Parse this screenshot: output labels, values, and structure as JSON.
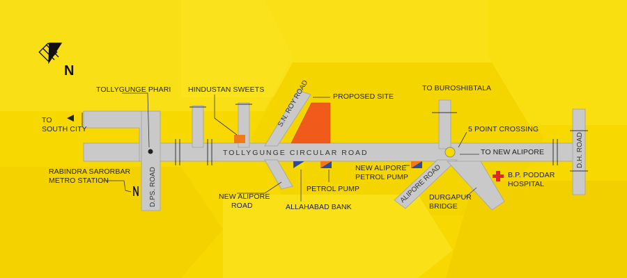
{
  "compass": {
    "letter": "N"
  },
  "roads": {
    "main": "TOLLYGUNGE CIRCULAR ROAD",
    "sn_roy": "S.N. ROY ROAD",
    "dps": "D.PS. ROAD",
    "alipore": "ALIPORE ROAD",
    "dh": "D.H. ROAD"
  },
  "labels": {
    "tollygunge_phari": "TOLLYGUNGE PHARI",
    "hindustan_sweets": "HINDUSTAN SWEETS",
    "proposed_site": "PROPOSED SITE",
    "to_buroshibtala": "TO BUROSHIBTALA",
    "five_point": "5 POINT CROSSING",
    "to_south_city_1": "TO",
    "to_south_city_2": "SOUTH CITY",
    "to_new_alipore": "TO NEW ALIPORE",
    "metro_1": "RABINDRA SARORBAR",
    "metro_2": "METRO STATION",
    "new_alipore_road_1": "NEW ALIPORE",
    "new_alipore_road_2": "ROAD",
    "petrol_pump": "PETROL PUMP",
    "allahabad_bank": "ALLAHABAD BANK",
    "na_petrol_1": "NEW ALIPORE",
    "na_petrol_2": "PETROL PUMP",
    "durgapur_1": "DURGAPUR",
    "durgapur_2": "BRIDGE",
    "hospital_1": "B.P. PODDAR",
    "hospital_2": "HOSPITAL"
  },
  "colors": {
    "background": "#f7d800",
    "background_light": "#fbe421",
    "background_dark": "#f0cf00",
    "road": "#c9c9c9",
    "road_edge": "#a8a8a8",
    "site": "#f05a1a",
    "marker_blue": "#2f4a9c",
    "marker_orange": "#f07a1a",
    "hospital_cross": "#e1262a"
  },
  "icons": [
    "compass-icon",
    "metro-icon",
    "hospital-cross-icon",
    "arrow-left-icon"
  ]
}
